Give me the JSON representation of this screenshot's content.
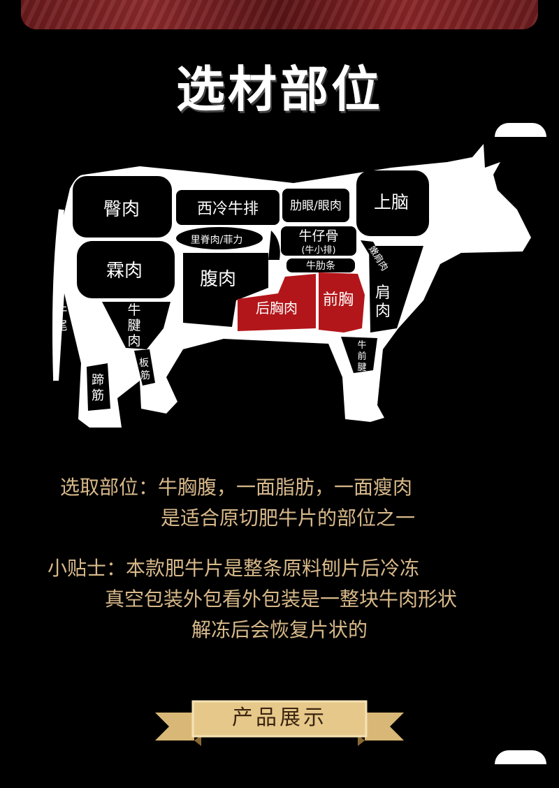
{
  "page": {
    "title": "选材部位"
  },
  "cuts": {
    "rump": "臀肉",
    "sirloin": "西冷牛排",
    "ribeye": "肋眼/眼肉",
    "chuck": "上脑",
    "tenderloin": "里脊肉/菲力",
    "short_rib": "牛仔骨",
    "short_rib_alt": "(牛小排)",
    "rib_finger": "牛肋条",
    "oyster_blade": "嫩肩肉",
    "round": "霖肉",
    "flank": "腹肉",
    "rear_brisket": "后胸肉",
    "front_brisket": "前胸",
    "shoulder": "肩肉",
    "tail": "牛尾",
    "hind_shank": "牛腱肉",
    "tendon": "板筋",
    "hoof_tendon": "蹄筋",
    "fore_shank": "牛前腱"
  },
  "description": {
    "line1": "选取部位：牛胸腹，一面脂肪，一面瘦肉",
    "line2": "是适合原切肥牛片的部位之一",
    "tip1": "小贴士：本款肥牛片是整条原料刨片后冷冻",
    "tip2": "真空包装外包看外包装是一整块牛肉形状",
    "tip3": "解冻后会恢复片状的"
  },
  "section": {
    "label": "产品展示"
  },
  "colors": {
    "background": "#000000",
    "gold_text": "#d8b98a",
    "highlight_red": "#b3161a",
    "ribbon": "#e6c98a"
  }
}
